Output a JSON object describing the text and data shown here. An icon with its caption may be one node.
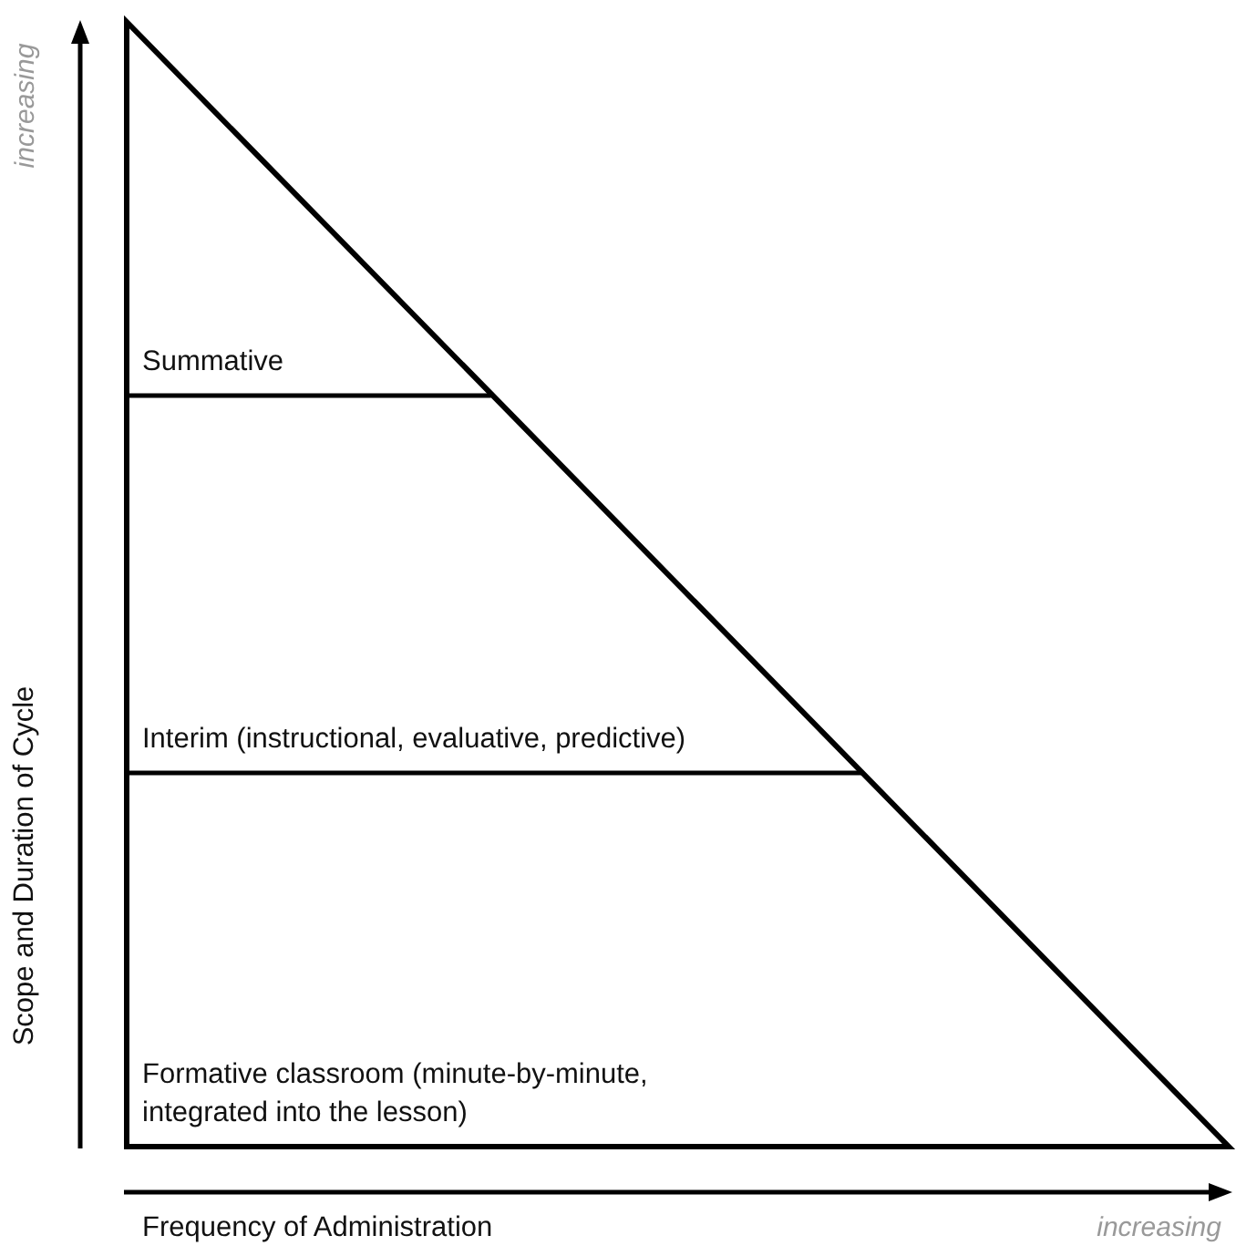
{
  "diagram": {
    "nodes": [
      {
        "text": [],
        "shape": "triangle"
      },
      {
        "text": [
          "Summative"
        ],
        "in": 0
      },
      {
        "text": [
          "Interim (instructional, evaluative, predictive)"
        ],
        "in": 0
      },
      {
        "text": [
          "Formative classroom (minute-by-minute, integrated into the lesson)"
        ],
        "in": 0
      }
    ],
    "labels": [
      "increasing",
      "Scope and Duration of Cycle",
      "Frequency of Administration",
      "increasing"
    ]
  }
}
